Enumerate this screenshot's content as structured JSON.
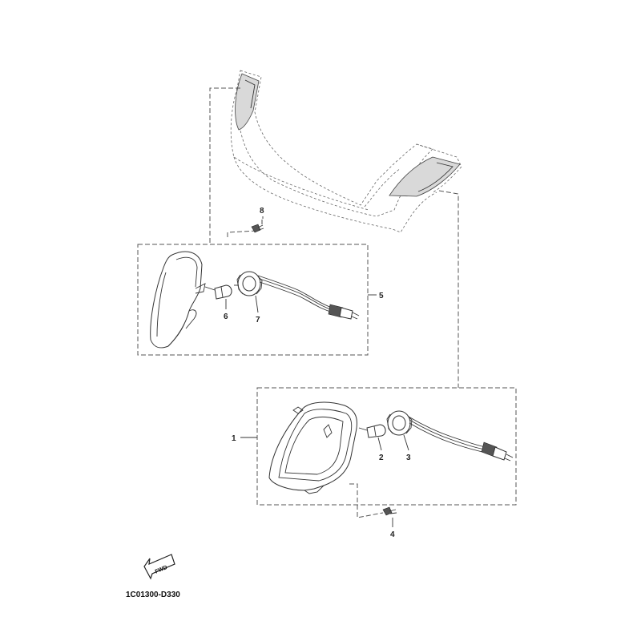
{
  "diagram": {
    "drawing_code": "1C01300-D330",
    "fwd_label": "FWD",
    "callouts": {
      "part_1": "1",
      "part_2": "2",
      "part_3": "3",
      "part_4": "4",
      "part_5": "5",
      "part_6": "6",
      "part_7": "7",
      "part_8": "8"
    },
    "colors": {
      "line": "#333333",
      "lens_shade": "#d9d9d9"
    }
  }
}
